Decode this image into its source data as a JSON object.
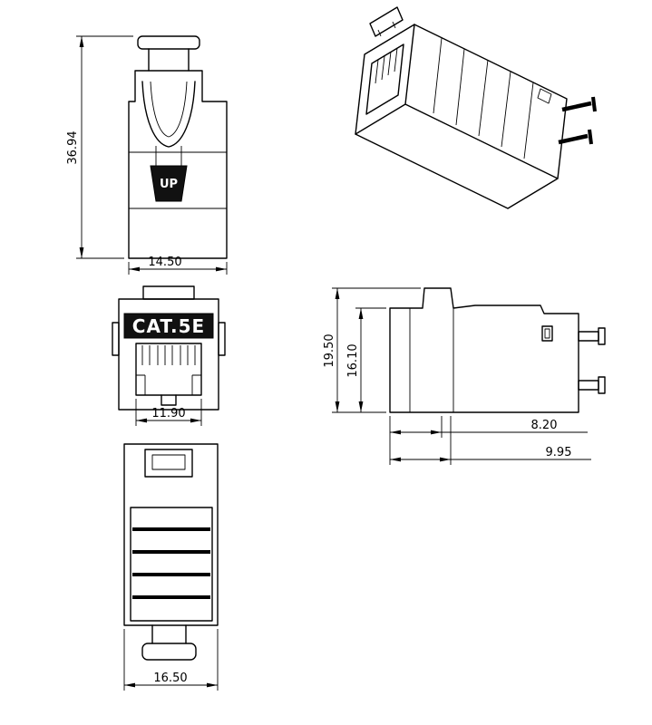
{
  "views": {
    "front": {
      "dim_height": "36.94",
      "dim_width": "14.50",
      "latch_label": "UP"
    },
    "face": {
      "product_label": "CAT.5E",
      "dim_opening_width": "11.90"
    },
    "side": {
      "dim_overall_height": "19.50",
      "dim_body_height": "16.10",
      "dim_depth_inner": "8.20",
      "dim_depth_outer": "9.95"
    },
    "rear": {
      "dim_width": "16.50"
    }
  },
  "colors": {
    "line": "#000000",
    "background": "#ffffff",
    "tag_bg": "#111111",
    "tag_text": "#ffffff"
  }
}
